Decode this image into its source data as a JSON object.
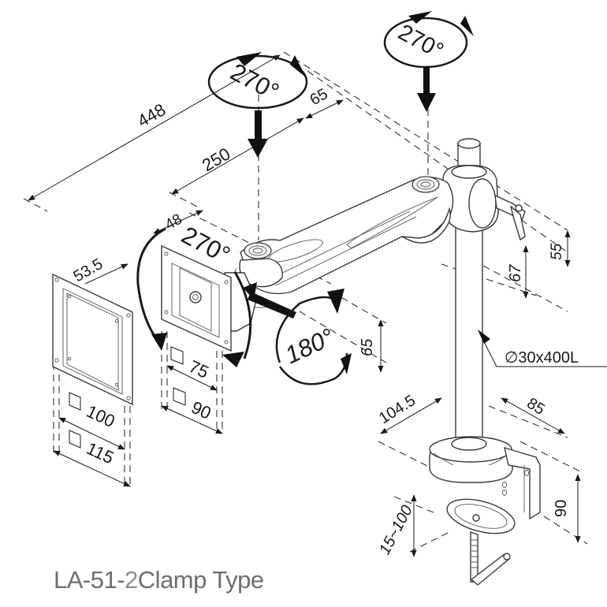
{
  "title": {
    "model_prefix": "LA-51-",
    "model_number": "2",
    "type_label": "Clamp Type"
  },
  "rotations": {
    "top_pole": "270°",
    "arm_joint": "270°",
    "vesa_tilt": "270°",
    "vesa_swivel": "180°"
  },
  "dimensions": {
    "total_reach": "448",
    "arm_length": "250",
    "joint_offset": "65",
    "head_depth": "48",
    "plate_offset": "53.5",
    "vesa_small_a": "75",
    "vesa_small_b": "90",
    "vesa_large_a": "100",
    "vesa_large_b": "115",
    "tilt_height": "65",
    "collar_height": "55",
    "arm_drop": "67",
    "pole_spec": "∅30x400L",
    "base_width": "104.5",
    "base_depth": "85",
    "clamp_height": "90",
    "desk_thickness": "15~100"
  },
  "colors": {
    "line": "#1a1a1a",
    "title": "#6e6e6e",
    "model_number": "#8c8c8c"
  }
}
